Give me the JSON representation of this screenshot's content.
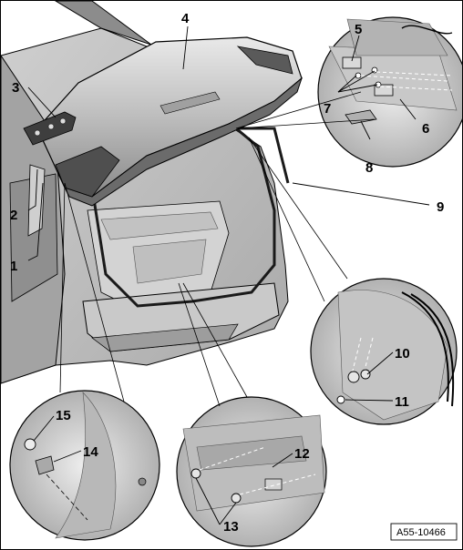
{
  "labels": {
    "l1": "1",
    "l2": "2",
    "l3": "3",
    "l4": "4",
    "l5": "5",
    "l6": "6",
    "l7": "7",
    "l8": "8",
    "l9": "9",
    "l10": "10",
    "l11": "11",
    "l12": "12",
    "l13": "13",
    "l14": "14",
    "l15": "15"
  },
  "reference_code": "A55-10466",
  "colors": {
    "body_light": "#d9d9d9",
    "body_mid": "#b9b9b9",
    "body_dark": "#7d7d7d",
    "lid_dark": "#5e5e5e",
    "seal": "#1a1a1a"
  }
}
